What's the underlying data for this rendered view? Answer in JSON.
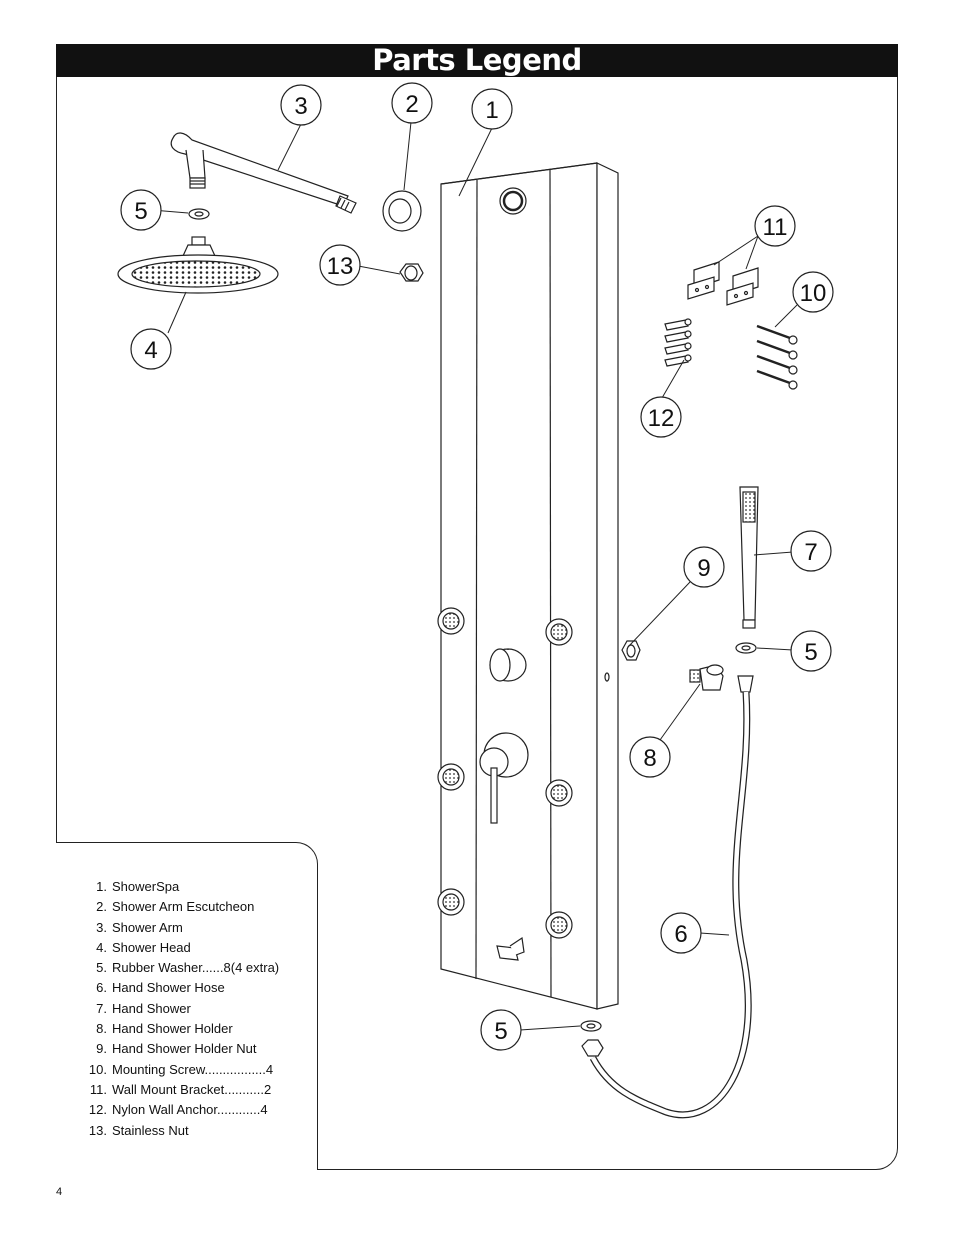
{
  "title": "Parts Legend",
  "callouts": [
    "1",
    "2",
    "3",
    "4",
    "5",
    "6",
    "7",
    "8",
    "9",
    "10",
    "11",
    "12",
    "13"
  ],
  "legend": [
    {
      "num": "1.",
      "label": "ShowerSpa"
    },
    {
      "num": "2.",
      "label": "Shower Arm Escutcheon"
    },
    {
      "num": "3.",
      "label": "Shower Arm"
    },
    {
      "num": "4.",
      "label": "Shower Head"
    },
    {
      "num": "5.",
      "label": "Rubber Washer......8(4 extra)"
    },
    {
      "num": "6.",
      "label": "Hand Shower Hose"
    },
    {
      "num": "7.",
      "label": "Hand Shower"
    },
    {
      "num": "8.",
      "label": "Hand Shower Holder"
    },
    {
      "num": "9.",
      "label": "Hand Shower Holder Nut"
    },
    {
      "num": "10.",
      "label": "Mounting Screw.................4"
    },
    {
      "num": "11.",
      "label": "Wall Mount Bracket...........2"
    },
    {
      "num": "12.",
      "label": "Nylon Wall Anchor............4"
    },
    {
      "num": "13.",
      "label": "Stainless Nut"
    }
  ],
  "page_number": "4"
}
